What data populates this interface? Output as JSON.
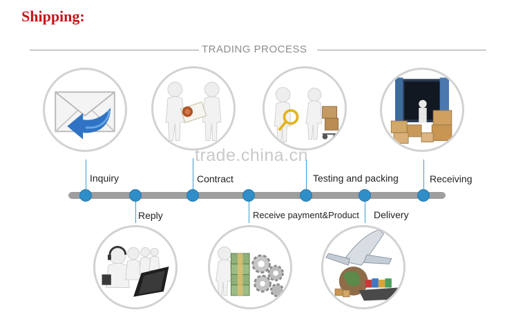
{
  "heading": "Shipping:",
  "section_title": "TRADING PROCESS",
  "watermark": "trade.china.cn",
  "colors": {
    "heading": "#c8141c",
    "dot": "#2f8ec8",
    "timeline": "#9e9e9e"
  },
  "steps": [
    {
      "label": "Inquiry",
      "order": 1,
      "position": "above"
    },
    {
      "label": "Reply",
      "order": 2,
      "position": "below"
    },
    {
      "label": "Contract",
      "order": 3,
      "position": "above"
    },
    {
      "label": "Receive payment&Product",
      "order": 4,
      "position": "below"
    },
    {
      "label": "Testing and packing",
      "order": 5,
      "position": "above"
    },
    {
      "label": "Delivery",
      "order": 6,
      "position": "below"
    },
    {
      "label": "Receiving",
      "order": 7,
      "position": "above"
    }
  ],
  "illustrations": [
    {
      "icon": "envelope-reply-icon",
      "step": "Inquiry"
    },
    {
      "icon": "handshake-contract-icon",
      "step": "Contract"
    },
    {
      "icon": "inspection-packing-icon",
      "step": "Testing and packing"
    },
    {
      "icon": "cargo-container-icon",
      "step": "Receiving"
    },
    {
      "icon": "call-center-icon",
      "step": "Reply"
    },
    {
      "icon": "money-gears-icon",
      "step": "Receive payment&Product"
    },
    {
      "icon": "airplane-globe-ship-icon",
      "step": "Delivery"
    }
  ]
}
